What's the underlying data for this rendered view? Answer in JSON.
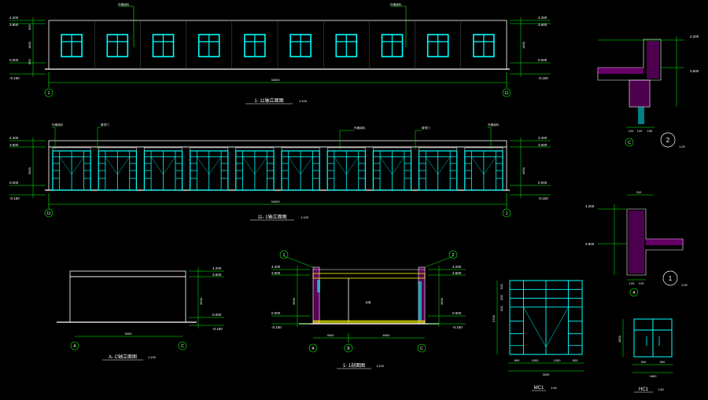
{
  "views": {
    "front_elevation": {
      "title": "1- 11轴立面图",
      "scale": "1:100",
      "axis_left": "1",
      "axis_right": "11",
      "total_dim": "34000",
      "note": "外墙涂料"
    },
    "rear_elevation": {
      "title": "11- 1轴立面图",
      "scale": "1:100",
      "axis_left": "11",
      "axis_right": "1",
      "total_dim": "34000",
      "notes": [
        "外墙涂料",
        "卷帘门",
        "外墙涂料",
        "卷帘门",
        "外墙涂料"
      ]
    },
    "side_elevation": {
      "title": "A- C轴立面图",
      "scale": "1:100",
      "axis_left": "A",
      "axis_right": "C",
      "total_dim": "9000"
    },
    "section": {
      "title": "1- 1剖面图",
      "scale": "1:100",
      "axes": [
        "A",
        "B",
        "C"
      ],
      "dims": [
        "3000",
        "6000"
      ],
      "room_label": "仓库",
      "marks": [
        "1",
        "2"
      ]
    },
    "detail_2": {
      "label": "2",
      "scale": "1:20",
      "axis": "C",
      "dims": [
        "120",
        "120",
        "150"
      ]
    },
    "detail_1": {
      "label": "1",
      "scale": "1:20",
      "axis": "A",
      "top_dim": "310",
      "dims": [
        "120",
        "120"
      ]
    },
    "door_mc1": {
      "title": "MC1",
      "scale": "1:50",
      "bottom_dims": [
        "600",
        "1000",
        "1000",
        "600"
      ],
      "total_width": "3200",
      "right_dims": [
        "500",
        "500",
        "500"
      ],
      "height": "3700"
    },
    "window_c1": {
      "title": "HC1",
      "scale": "1:50",
      "width_dims": [
        "900",
        "900"
      ],
      "total_width": "1800",
      "height": "1800"
    }
  },
  "levels": {
    "roof": "4.200",
    "eave": "3.600",
    "ground": "0.000",
    "outdoor": "-0.150",
    "detail_level": "3.600"
  },
  "elevation_dims": {
    "top": "600",
    "mid": "3600",
    "upper": "1800",
    "lower": "900",
    "base": "150"
  }
}
